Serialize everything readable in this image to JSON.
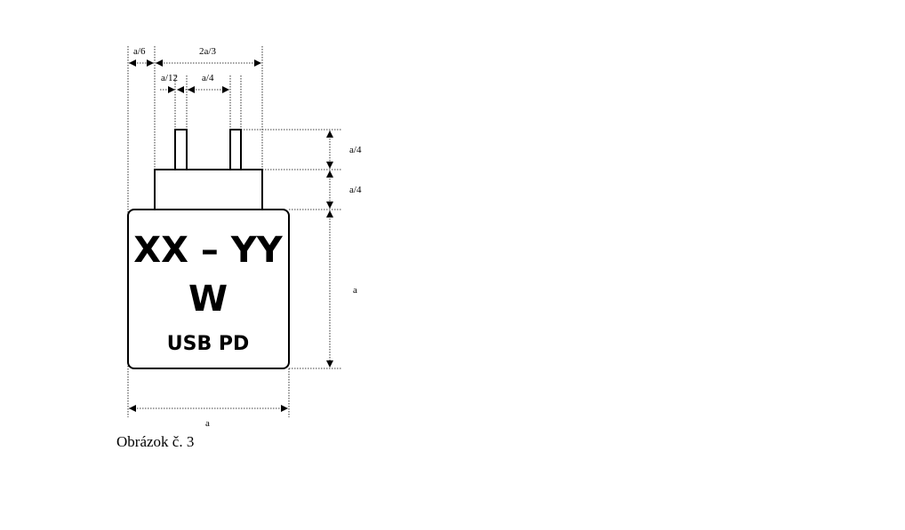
{
  "dimensions": {
    "offset_left": "a/6",
    "plug_width": "2a/3",
    "pin_width": "a/12",
    "pin_gap": "a/4",
    "pin_height": "a/4",
    "plug_height": "a/4",
    "body_height": "a",
    "body_width": "a"
  },
  "label": {
    "line1": "XX – YY",
    "line2": "W",
    "line3": "USB PD"
  },
  "caption": "Obrázok č. 3"
}
